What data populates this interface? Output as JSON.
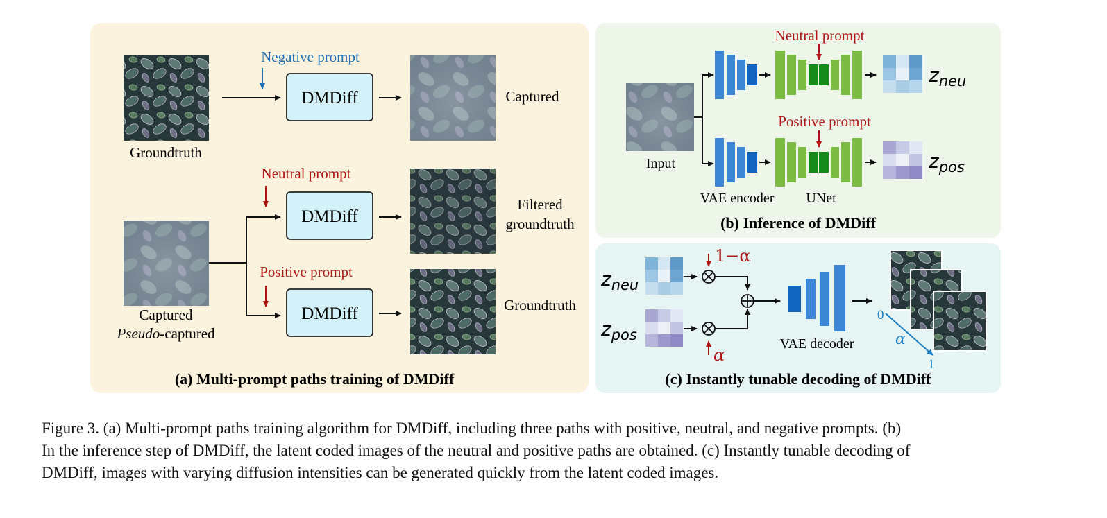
{
  "colors": {
    "panel_a_bg": "#fbf3dd",
    "panel_b_bg": "#eef6ea",
    "panel_c_bg": "#e6f4f3",
    "module_fill": "#d3f1f8",
    "red_prompt": "#b01515",
    "blue_prompt": "#1f6fb5",
    "encoder_blue": "#3d86d6",
    "encoder_dark": "#0f65bf",
    "unet_green": "#7cbc45",
    "unet_dark": "#138a1a",
    "alpha_blue": "#1a7fc4"
  },
  "panel_a": {
    "title": "(a) Multi-prompt paths training of DMDiff",
    "groundtruth_label": "Groundtruth",
    "negative_prompt": "Negative prompt",
    "neutral_prompt": "Neutral prompt",
    "positive_prompt": "Positive prompt",
    "module_label": "DMDiff",
    "captured_output": "Captured",
    "filtered_line1": "Filtered",
    "filtered_line2": "groundtruth",
    "groundtruth_output": "Groundtruth",
    "input_line1": "Captured",
    "input_line2_italic": "Pseudo",
    "input_line2_rest": "-captured"
  },
  "panel_b": {
    "title": "(b) Inference of DMDiff",
    "input_label": "Input",
    "neutral_prompt": "Neutral prompt",
    "positive_prompt": "Positive prompt",
    "encoder_label": "VAE encoder",
    "unet_label": "UNet",
    "z_neu_base": "z",
    "z_neu_sub": "neu",
    "z_pos_base": "z",
    "z_pos_sub": "pos"
  },
  "panel_c": {
    "title": "(c) Instantly tunable decoding of DMDiff",
    "z_neu_base": "z",
    "z_neu_sub": "neu",
    "z_pos_base": "z",
    "z_pos_sub": "pos",
    "one_minus_alpha": "1−α",
    "alpha": "α",
    "decoder_label": "VAE decoder",
    "axis_start": "0",
    "axis_end": "1",
    "axis_alpha": "α"
  },
  "caption": {
    "line1": "Figure 3. (a) Multi-prompt paths training algorithm for DMDiff, including three paths with positive, neutral, and negative prompts. (b)",
    "line2": "In the inference step of DMDiff, the latent coded images of the neutral and positive paths are obtained. (c) Instantly tunable decoding of",
    "line3": "DMDiff, images with varying diffusion intensities can be generated quickly from the latent coded images."
  }
}
